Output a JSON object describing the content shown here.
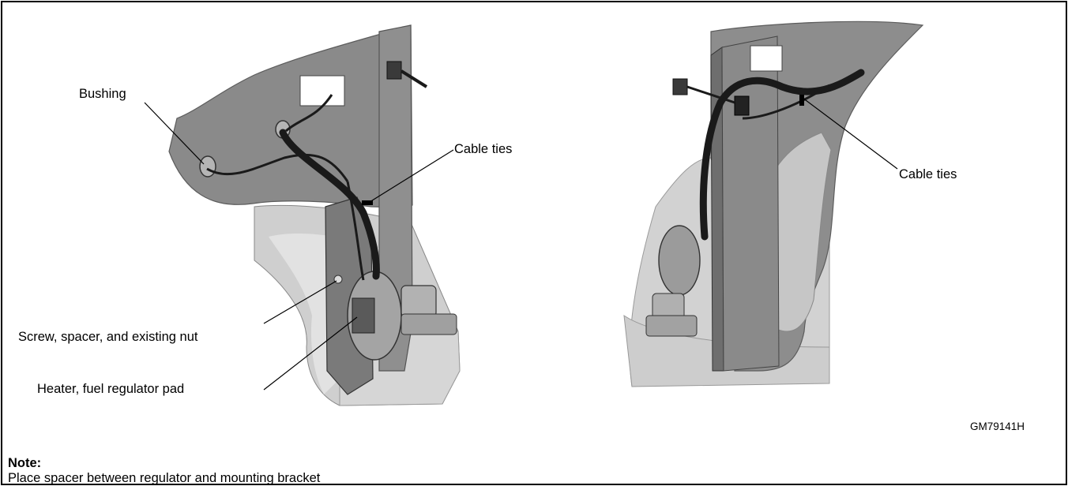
{
  "figure": {
    "labels": {
      "bushing": "Bushing",
      "cable_ties_left": "Cable ties",
      "cable_ties_right": "Cable ties",
      "screw_spacer_nut": "Screw, spacer, and existing nut",
      "heater_pad": "Heater, fuel regulator pad"
    },
    "figure_code": "GM79141H",
    "note": {
      "title": "Note:",
      "text": "Place spacer between regulator and mounting bracket"
    }
  },
  "colors": {
    "panel": "#8a8a8a",
    "panel_dark": "#5c5c5c",
    "housing": "#c8c8c8",
    "housing_light": "#dedede",
    "hose": "#1a1a1a",
    "regulator": "#9a9a9a",
    "border": "#000000"
  }
}
